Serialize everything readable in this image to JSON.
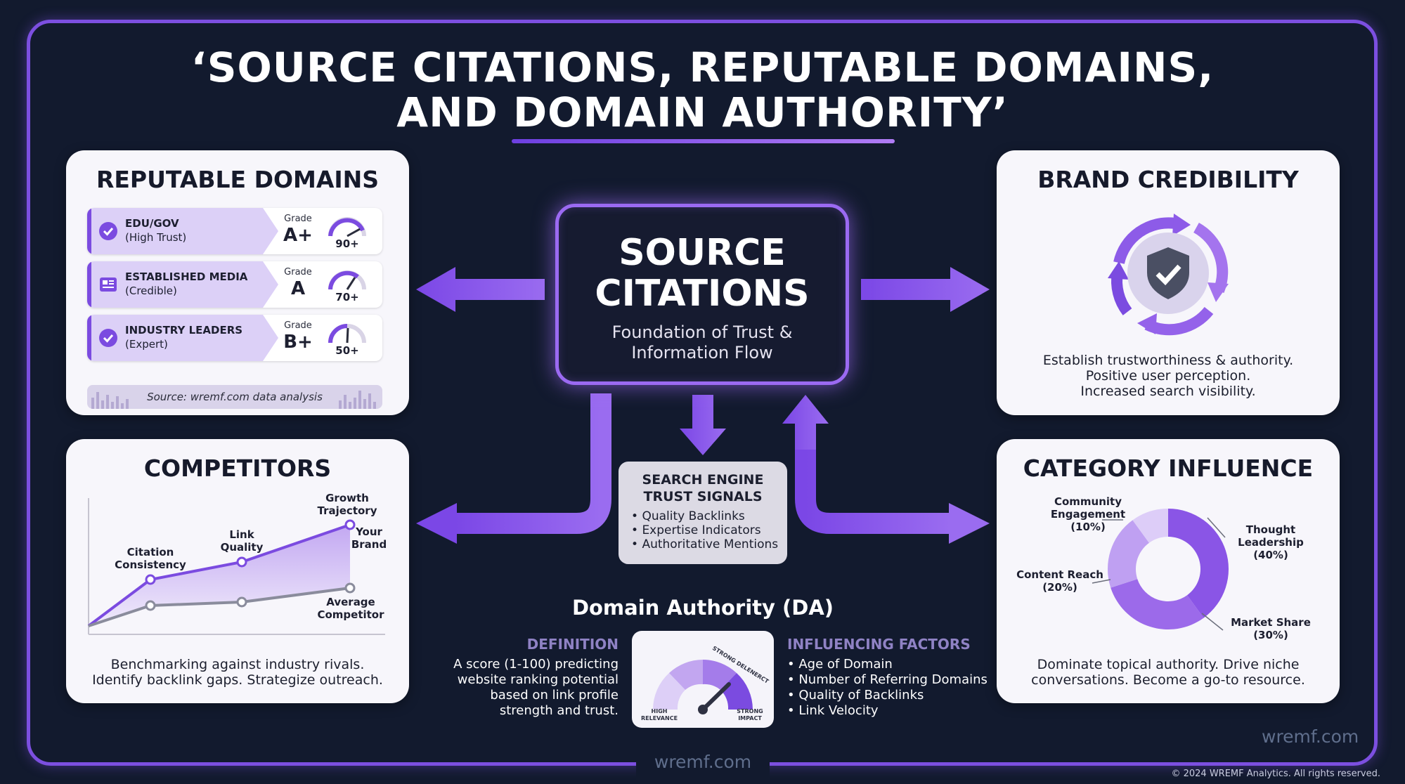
{
  "title": {
    "line1": "‘SOURCE CITATIONS, REPUTABLE DOMAINS,",
    "line2": "AND DOMAIN AUTHORITY’"
  },
  "reputable_domains": {
    "title": "REPUTABLE DOMAINS",
    "rows": [
      {
        "name": "EDU/GOV",
        "sub": "(High Trust)",
        "grade_label": "Grade",
        "grade": "A+",
        "score": "90+",
        "icon": "check-badge-icon",
        "level": 0.9
      },
      {
        "name": "ESTABLISHED MEDIA",
        "sub": "(Credible)",
        "grade_label": "Grade",
        "grade": "A",
        "score": "70+",
        "icon": "newspaper-icon",
        "level": 0.7
      },
      {
        "name": "INDUSTRY LEADERS",
        "sub": "(Expert)",
        "grade_label": "Grade",
        "grade": "B+",
        "score": "50+",
        "icon": "check-badge-icon",
        "level": 0.5
      }
    ],
    "source": "Source: wremf.com data analysis"
  },
  "brand_credibility": {
    "title": "BRAND CREDIBILITY",
    "icon": "shield-check-icon",
    "lines": [
      "Establish trustworthiness & authority.",
      "Positive user perception.",
      "Increased search visibility."
    ]
  },
  "competitors": {
    "title": "COMPETITORS",
    "labels": {
      "citation": "Citation Consistency",
      "link": "Link Quality",
      "growth": "Growth Trajectory",
      "your_brand": "Your Brand",
      "average": "Average Competitor"
    },
    "lines": [
      "Benchmarking against industry rivals.",
      "Identify backlink gaps. Strategize outreach."
    ]
  },
  "category_influence": {
    "title": "CATEGORY INFLUENCE",
    "segments": [
      {
        "label": "Thought Leadership",
        "value": "(40%)",
        "pct": 40,
        "color": "#8a55e6"
      },
      {
        "label": "Market Share",
        "value": "(30%)",
        "pct": 30,
        "color": "#9c6aea"
      },
      {
        "label": "Content Reach",
        "value": "(20%)",
        "pct": 20,
        "color": "#bfa0f2"
      },
      {
        "label": "Community Engagement",
        "value": "(10%)",
        "pct": 10,
        "color": "#ddcdf8"
      }
    ],
    "lines": [
      "Dominate topical authority. Drive niche",
      "conversations. Become a go-to resource."
    ]
  },
  "center": {
    "title_1": "SOURCE",
    "title_2": "CITATIONS",
    "sub_1": "Foundation of Trust &",
    "sub_2": "Information Flow"
  },
  "signals": {
    "title_1": "SEARCH ENGINE",
    "title_2": "TRUST SIGNALS",
    "items": [
      "Quality Backlinks",
      "Expertise Indicators",
      "Authoritative Mentions"
    ]
  },
  "domain_authority": {
    "title": "Domain Authority (DA)",
    "definition_label": "DEFINITION",
    "definition": [
      "A score (1-100) predicting",
      "website ranking potential",
      "based on link profile",
      "strength and trust."
    ],
    "factors_label": "INFLUENCING FACTORS",
    "factors": [
      "Age of Domain",
      "Number of Referring Domains",
      "Quality of Backlinks",
      "Link Velocity"
    ],
    "gauge": {
      "low": "HIGH RELEVANCE",
      "high": "STRONG IMPACT",
      "arc": "STRONG DELENERCT"
    }
  },
  "footer": {
    "watermark": "wremf.com",
    "brand": "wremf.com",
    "copyright": "© 2024 WREMF Analytics. All rights reserved."
  },
  "colors": {
    "accent": "#7c4fe0",
    "background": "#121a2e",
    "card": "#f7f6fb"
  }
}
